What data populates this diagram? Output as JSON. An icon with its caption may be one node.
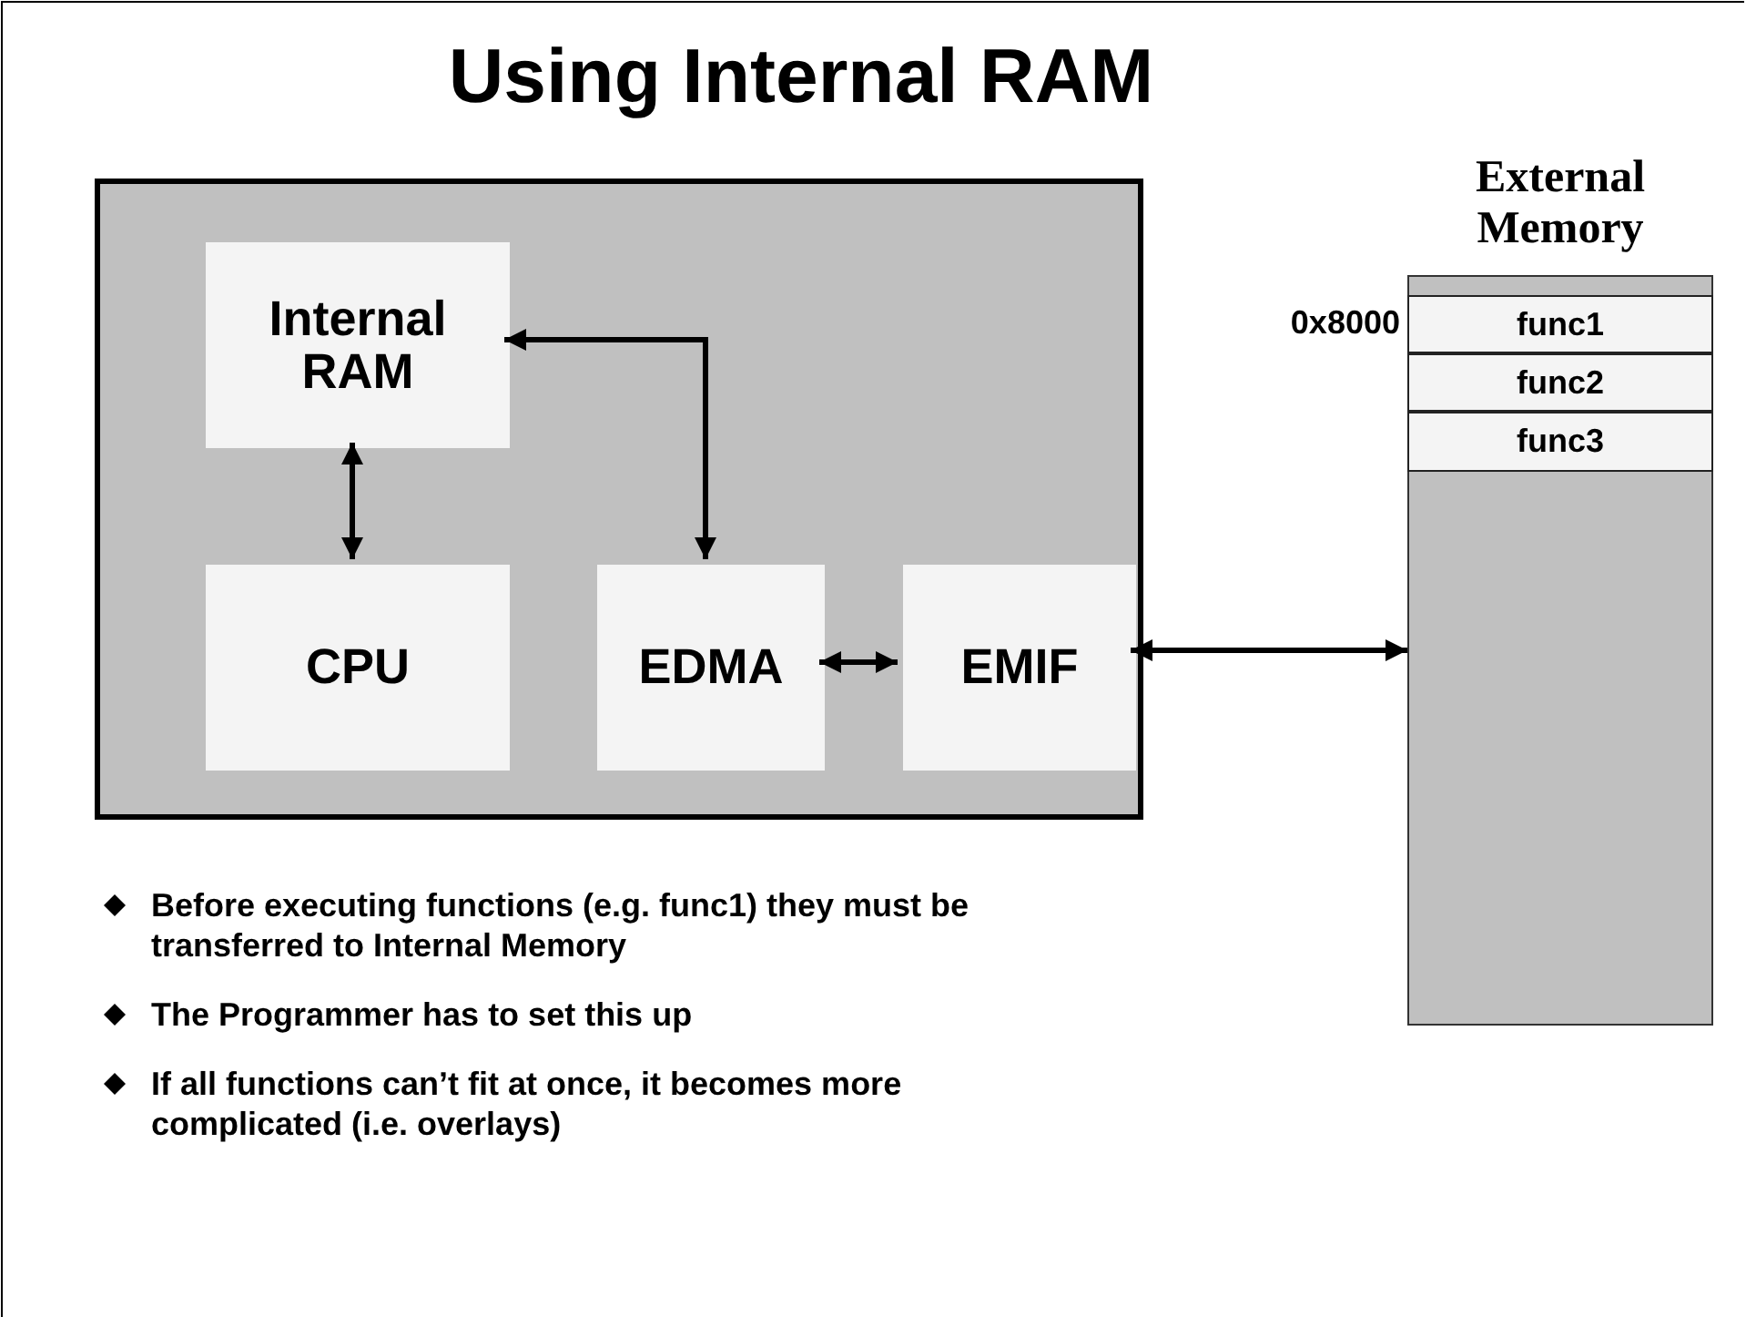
{
  "diagram": {
    "title": "Using Internal RAM",
    "nodes": [
      {
        "text": [],
        "shape": "box"
      },
      {
        "text": [
          "Internal RAM"
        ],
        "in": 0
      },
      {
        "text": [
          "CPU"
        ],
        "in": 0
      },
      {
        "text": [
          "EDMA"
        ],
        "in": 0
      },
      {
        "text": [
          "EMIF"
        ],
        "in": 0
      },
      {
        "text": [
          "External Memory"
        ]
      },
      {
        "text": [
          "func1"
        ],
        "in": 5,
        "beside": [
          "0x8000"
        ]
      },
      {
        "text": [
          "func2"
        ],
        "in": 5
      },
      {
        "text": [
          "func3"
        ],
        "in": 5
      }
    ],
    "edges": [
      {
        "from": 1,
        "to": 2,
        "arrow": "both"
      },
      {
        "from": 1,
        "to": 3,
        "arrow": "both"
      },
      {
        "from": 3,
        "to": 4,
        "arrow": "both"
      },
      {
        "from": 4,
        "to": 5,
        "arrow": "both"
      }
    ],
    "labels": [
      "Before executing functions (e.g. func1) they must be transferred to Internal Memory",
      "The Programmer has to set this up",
      "If all functions can’t fit at once, it becomes more complicated (i.e. overlays)"
    ]
  }
}
